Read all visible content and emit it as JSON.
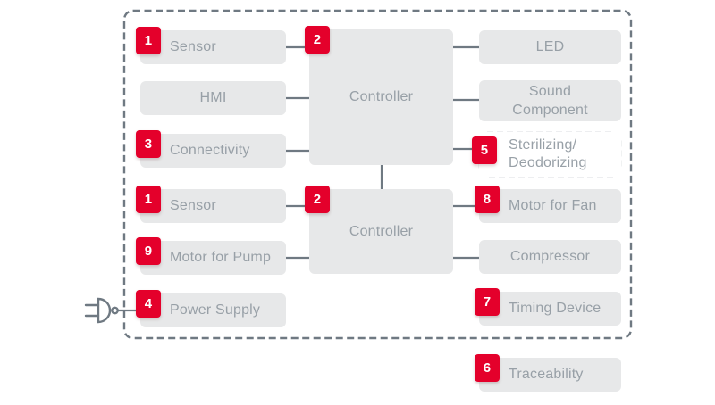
{
  "palette": {
    "accent_red": "#e4002b",
    "box_fill": "#e7e8e9",
    "text_gray": "#98a0a7",
    "line_gray": "#6f7982"
  },
  "icons": {
    "power_plug": "power-plug-icon"
  },
  "nodes": {
    "sensor_top": {
      "label": "Sensor",
      "badge": "1"
    },
    "hmi": {
      "label": "HMI"
    },
    "connectivity": {
      "label": "Connectivity",
      "badge": "3"
    },
    "controller_top": {
      "label": "Controller",
      "badge": "2"
    },
    "led": {
      "label": "LED"
    },
    "sound_component": {
      "label": "Sound\nComponent"
    },
    "sterilizing": {
      "label": "Sterilizing/\nDeodorizing",
      "badge": "5"
    },
    "sensor_bottom": {
      "label": "Sensor",
      "badge": "1"
    },
    "controller_bottom": {
      "label": "Controller",
      "badge": "2"
    },
    "motor_pump": {
      "label": "Motor for Pump",
      "badge": "9"
    },
    "motor_fan": {
      "label": "Motor for Fan",
      "badge": "8"
    },
    "compressor": {
      "label": "Compressor"
    },
    "power_supply": {
      "label": "Power Supply",
      "badge": "4"
    },
    "timing_device": {
      "label": "Timing Device",
      "badge": "7"
    },
    "traceability": {
      "label": "Traceability",
      "badge": "6"
    }
  }
}
